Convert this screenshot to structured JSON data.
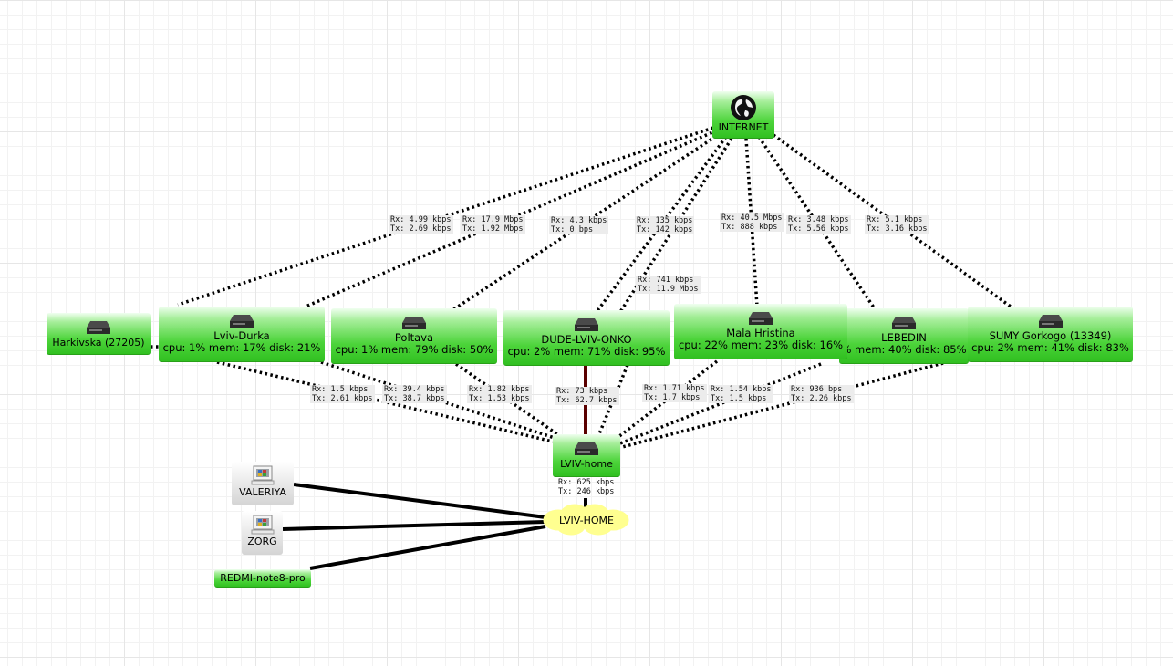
{
  "map": {
    "internet": {
      "label": "INTERNET"
    },
    "routers": [
      {
        "name": "Harkivska (27205)",
        "stats": ""
      },
      {
        "name": "Lviv-Durka",
        "stats": "cpu: 1% mem: 17% disk: 21%"
      },
      {
        "name": "Poltava",
        "stats": "cpu: 1% mem: 79% disk: 50%"
      },
      {
        "name": "DUDE-LVIV-ONKO",
        "stats": "cpu: 2% mem: 71% disk: 95%"
      },
      {
        "name": "Mala Hristina",
        "stats": "cpu: 22% mem: 23% disk: 16%"
      },
      {
        "name": "LEBEDIN",
        "stats": "% mem: 40% disk: 85%"
      },
      {
        "name": "SUMY Gorkogo (13349)",
        "stats": "cpu: 2% mem: 41% disk: 83%"
      }
    ],
    "hub": {
      "name": "LVIV-home"
    },
    "cloud": {
      "label": "LVIV-HOME"
    },
    "clients": [
      {
        "name": "VALERIYA"
      },
      {
        "name": "ZORG"
      },
      {
        "name": "REDMI-note8-pro"
      }
    ],
    "upper_links": [
      {
        "rx": "Rx: 4.99 kbps",
        "tx": "Tx: 2.69 kbps"
      },
      {
        "rx": "Rx: 17.9 Mbps",
        "tx": "Tx: 1.92 Mbps"
      },
      {
        "rx": "Rx: 4.3 kbps",
        "tx": "Tx: 0 bps"
      },
      {
        "rx": "Rx: 135 kbps",
        "tx": "Tx: 142 kbps"
      },
      {
        "rx": "Rx: 741 kbps",
        "tx": "Tx: 11.9 Mbps"
      },
      {
        "rx": "Rx: 40.5 Mbps",
        "tx": "Tx: 888 kbps"
      },
      {
        "rx": "Rx: 3.48 kbps",
        "tx": "Tx: 5.56 kbps"
      },
      {
        "rx": "Rx: 5.1 kbps",
        "tx": "Tx: 3.16 kbps"
      }
    ],
    "lower_links": [
      {
        "rx": "Rx: 1.5 kbps",
        "tx": "Tx: 2.61 kbps"
      },
      {
        "rx": "Rx: 39.4 kbps",
        "tx": "Tx: 38.7 kbps"
      },
      {
        "rx": "Rx: 1.82 kbps",
        "tx": "Tx: 1.53 kbps"
      },
      {
        "rx": "Rx: 73 kbps",
        "tx": "Tx: 62.7 kbps"
      },
      {
        "rx": "Rx: 1.71 kbps",
        "tx": "Tx: 1.7 kbps"
      },
      {
        "rx": "Rx: 1.54 kbps",
        "tx": "Tx: 1.5 kbps"
      },
      {
        "rx": "Rx: 936 bps",
        "tx": "Tx: 2.26 kbps"
      }
    ],
    "uplink": {
      "rx": "Rx: 625 kbps",
      "tx": "Tx: 246 kbps"
    }
  },
  "colors": {
    "node_green": "#33c323",
    "node_gray": "#d4d4d4",
    "link_dotted": "#000000",
    "link_trunk": "#5a0000",
    "cloud": "#ffff90"
  },
  "icons": {
    "internet": "globe-icon",
    "router": "router-icon",
    "client": "computer-icon"
  }
}
